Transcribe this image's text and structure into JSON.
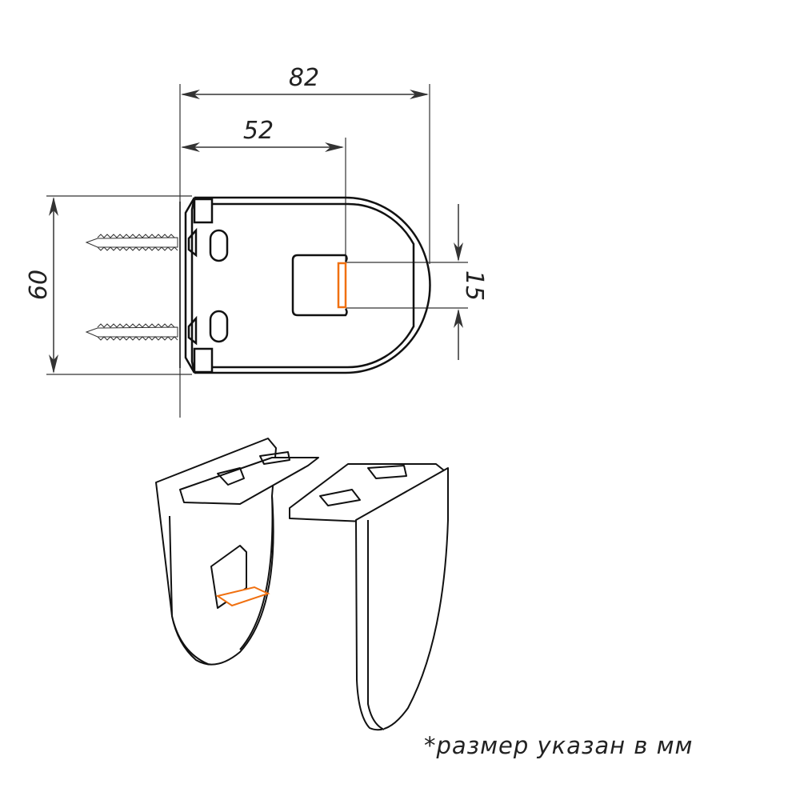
{
  "dimensions": {
    "total_depth": "82",
    "slot_depth": "52",
    "height": "60",
    "slot_height": "15"
  },
  "note": "*размер указан в мм",
  "colors": {
    "line": "#111111",
    "accent": "#f07010",
    "dim_line": "#333333"
  }
}
